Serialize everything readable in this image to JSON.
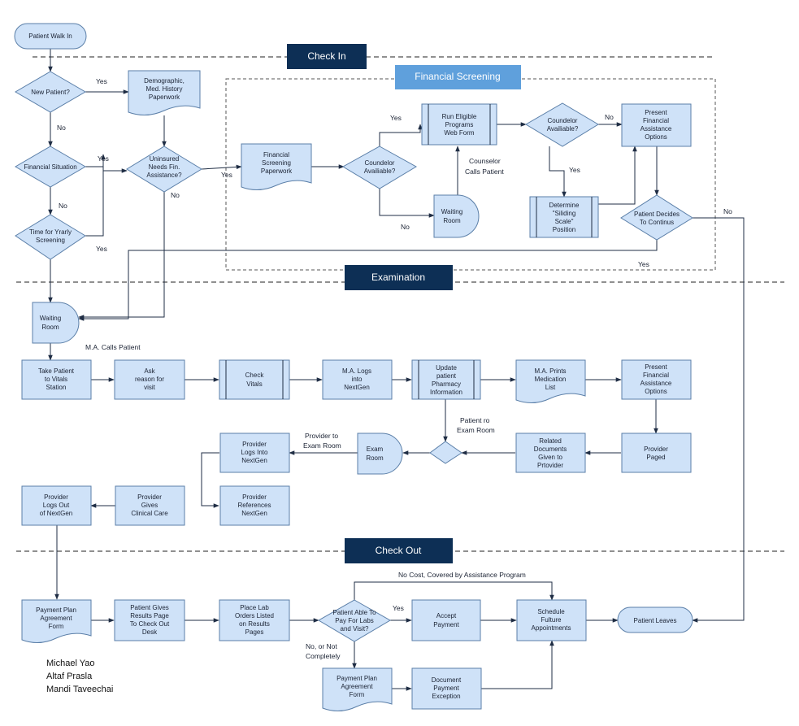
{
  "sections": {
    "check_in": "Check In",
    "financial_screening": "Financial Screening",
    "examination": "Examination",
    "check_out": "Check Out"
  },
  "nodes": {
    "patient_walk_in": "Patient Walk In",
    "new_patient": "New Patient?",
    "demographic": [
      "Demographic,",
      "Med. History",
      "Paperwork"
    ],
    "financial_situation": "Financial Situation",
    "uninsured": [
      "Uninsured",
      "Needs Fin.",
      "Assistance?"
    ],
    "time_yearly": [
      "Time for Yrarly",
      "Screening"
    ],
    "fin_screening_paperwork": [
      "Financial",
      "Screening",
      "Paperwork"
    ],
    "counselor_available_1": [
      "Coundelor",
      "Availiable?"
    ],
    "run_eligible": [
      "Run Eligible",
      "Programs",
      "Web Form"
    ],
    "waiting_room_1": [
      "Waiting",
      "Room"
    ],
    "counselor_available_2": [
      "Coundelor",
      "Availiable?"
    ],
    "determine_sliding": [
      "Determine",
      "\"Siliding",
      "Scale\"",
      "Position"
    ],
    "present_fin_1": [
      "Present",
      "Financial",
      "Assistance",
      "Options"
    ],
    "patient_decides": [
      "Patient Decides",
      "To Continus"
    ],
    "waiting_room_2": [
      "Waiting",
      "Room"
    ],
    "take_patient": [
      "Take Patient",
      "to Vitals",
      "Station"
    ],
    "ask_reason": [
      "Ask",
      "reason for",
      "visit"
    ],
    "check_vitals": [
      "Check",
      "Vitals"
    ],
    "ma_logs": [
      "M.A. Logs",
      "into",
      "NextGen"
    ],
    "update_pharmacy": [
      "Update",
      "patient",
      "Pharmacy",
      "Information"
    ],
    "ma_prints": [
      "M.A. Prints",
      "Medication",
      "List"
    ],
    "present_fin_2": [
      "Present",
      "Financial",
      "Assistance",
      "Options"
    ],
    "provider_paged": [
      "Provider",
      "Paged"
    ],
    "related_docs": [
      "Related",
      "Documents",
      "Given to",
      "Prtovider"
    ],
    "exam_room": [
      "Exam",
      "Room"
    ],
    "provider_logs_into": [
      "Provider",
      "Logs Into",
      "NextGen"
    ],
    "provider_references": [
      "Provider",
      "References",
      "NextGen"
    ],
    "provider_gives": [
      "Provider",
      "Gives",
      "Clinical Care"
    ],
    "provider_logs_out": [
      "Provider",
      "Logs Out",
      "of NextGen"
    ],
    "payment_plan_1": [
      "Payment Plan",
      "Agreement",
      "Form"
    ],
    "patient_gives_results": [
      "Patient Gives",
      "Results Page",
      "To Check Out",
      "Desk"
    ],
    "place_lab": [
      "Place Lab",
      "Orders Listed",
      "on Results",
      "Pages"
    ],
    "patient_able_pay": [
      "Patient Able To",
      "Pay For Labs",
      "and Visit?"
    ],
    "accept_payment": [
      "Accept",
      "Payment"
    ],
    "schedule_future": [
      "Schedule",
      "Fulture",
      "Appointments"
    ],
    "patient_leaves": "Patient Leaves",
    "payment_plan_2": [
      "Payment Plan",
      "Agreement",
      "Form"
    ],
    "document_payment": [
      "Document",
      "Payment",
      "Exception"
    ]
  },
  "labels": {
    "yes_new_patient": "Yes",
    "no_new_patient": "No",
    "yes_fin_situation": "Yes",
    "no_fin_situation": "No",
    "yes_time_yearly": "Yes",
    "yes_uninsured": "Yes",
    "no_uninsured": "No",
    "yes_counselor_1": "Yes",
    "no_counselor_1": "No",
    "counselor_calls_patient": [
      "Counselor",
      "Calls Patient"
    ],
    "no_counselor_2": "No",
    "yes_counselor_2": "Yes",
    "no_patient_decides": "No",
    "yes_patient_decides": "Yes",
    "ma_calls_patient": "M.A. Calls Patient",
    "patient_to_exam": [
      "Patient ro",
      "Exam Room"
    ],
    "provider_to_exam": [
      "Provider to",
      "Exam Room"
    ],
    "no_cost": "No Cost, Covered by Assistance Program",
    "yes_able_pay": "Yes",
    "no_able_pay": [
      "No, or Not",
      "Completely"
    ]
  },
  "authors": [
    "Michael Yao",
    "Altaf Prasla",
    "Mandi Taveechai"
  ]
}
